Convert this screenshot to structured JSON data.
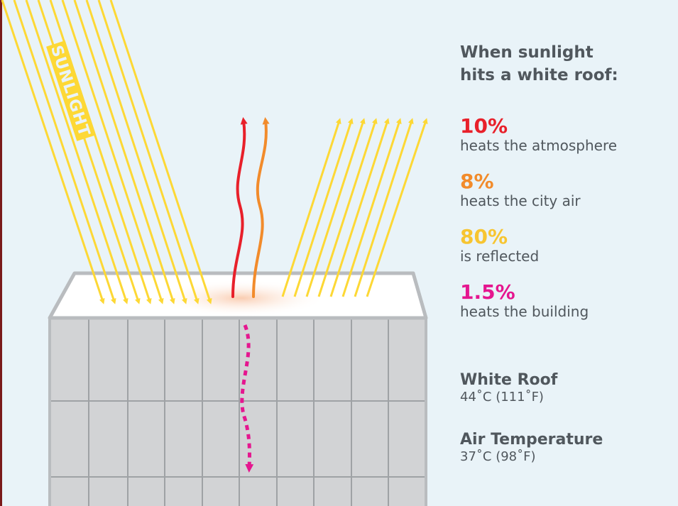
{
  "diagram": {
    "sunlight_label": "SUNLIGHT",
    "heading": "When sunlight\nhits a white roof:",
    "stats": [
      {
        "percent": "10%",
        "description": "heats the atmosphere",
        "color": "#e8202a"
      },
      {
        "percent": "8%",
        "description": "heats the city air",
        "color": "#f28b2b"
      },
      {
        "percent": "80%",
        "description": "is reflected",
        "color": "#f7c531"
      },
      {
        "percent": "1.5%",
        "description": "heats the building",
        "color": "#e5168f"
      }
    ],
    "info": [
      {
        "label": "White Roof",
        "value": "44˚C (111˚F)"
      },
      {
        "label": "Air Temperature",
        "value": "37˚C (98˚F)"
      }
    ],
    "colors": {
      "sunlight": "#fdd835",
      "roof": "#ffffff",
      "roof_border": "#b9bcbf",
      "building": "#d2d3d5",
      "building_grid": "#9fa2a5",
      "background": "#e9f3f8"
    }
  }
}
